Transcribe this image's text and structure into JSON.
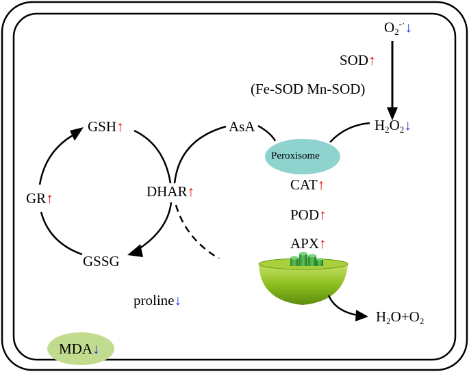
{
  "colors": {
    "up_arrow": "#e00000",
    "down_arrow": "#1c2be0",
    "peroxisome_fill": "#8fd3cf",
    "mda_fill": "#c2dc8f",
    "chloroplast_fill": "#8dbf1f"
  },
  "labels": {
    "superoxide_base": "O",
    "superoxide_sub": "2",
    "superoxide_sup": "-·",
    "sod": "SOD",
    "sod_isoforms": "(Fe-SOD Mn-SOD)",
    "h2o2_h": "H",
    "h2o2_sub1": "2",
    "h2o2_o": "O",
    "h2o2_sub2": "2",
    "asa": "AsA",
    "peroxisome": "Peroxisome",
    "cat": "CAT",
    "pod": "POD",
    "apx": "APX",
    "gsh": "GSH",
    "dhar": "DHAR",
    "gr": "GR",
    "gssg": "GSSG",
    "proline": "proline",
    "mda": "MDA",
    "water_h": "H",
    "water_sub1": "2",
    "water_mid": "O+O",
    "water_sub2": "2"
  },
  "arrows": {
    "up": "↑",
    "down": "↓"
  }
}
